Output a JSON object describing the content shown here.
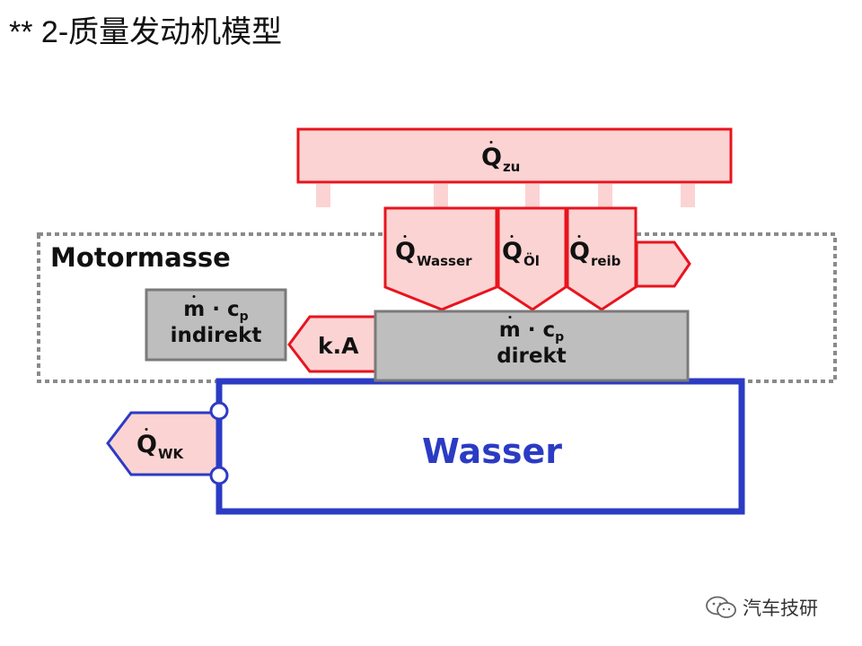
{
  "title": "**  2-质量发动机模型",
  "labels": {
    "q_symbol": "Q",
    "q_zu_sub": "zu",
    "q_wasser_sub": "Wasser",
    "q_oel_sub": "Öl",
    "q_reib_sub": "reib",
    "q_wk_sub": "WK",
    "motormasse": "Motormasse",
    "mass_m": "m",
    "mass_dot_c": "· c",
    "mass_cp_sub": "p",
    "indirekt": "indirekt",
    "direkt": "direkt",
    "ka": "k.A",
    "wasser": "Wasser"
  },
  "watermark": "汽车技研",
  "colors": {
    "pink_fill": "#fcd3d3",
    "red_stroke": "#e8141e",
    "gray_fill": "#bebebe",
    "gray_stroke": "#7a7a7a",
    "blue": "#2b3bc4",
    "dotted": "#8a8a8a"
  }
}
